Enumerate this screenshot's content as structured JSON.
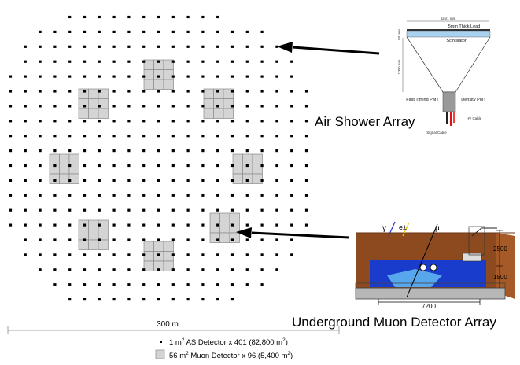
{
  "labels": {
    "air_shower": "Air Shower Array",
    "underground": "Underground Muon Detector Array",
    "scale": "300 m"
  },
  "legend": {
    "as_detector_prefix": "1 m",
    "as_detector_suffix": " AS Detector  x  401  (82,800 m",
    "as_detector_end": ")",
    "muon_prefix": "56 m",
    "muon_suffix": " Muon Detector  x  96  (5,400 m",
    "muon_end": ")",
    "sup": "2"
  },
  "as_detector_inset": {
    "top_dim": "1m/1 mm",
    "lead": "5mm Thick Lead",
    "scintillator": "Scintillator",
    "side_dim_top": "50 mm",
    "side_dim": "1000 mm",
    "fast_pmt": "Fast Timing PMT",
    "density_pmt": "Density PMT",
    "hv": "HV Cable",
    "signal": "Signal Cable"
  },
  "muon_inset": {
    "gamma": "γ",
    "electron": "e±",
    "muon": "μ",
    "dim_2500": "2500",
    "dim_1500": "1500",
    "dim_7200": "7200"
  },
  "colors": {
    "detector": "#000000",
    "muon_block": "#d4d4d4",
    "soil": "#8c4a1e",
    "water": "#1a3ccc",
    "concrete": "#b7b7b7"
  }
}
